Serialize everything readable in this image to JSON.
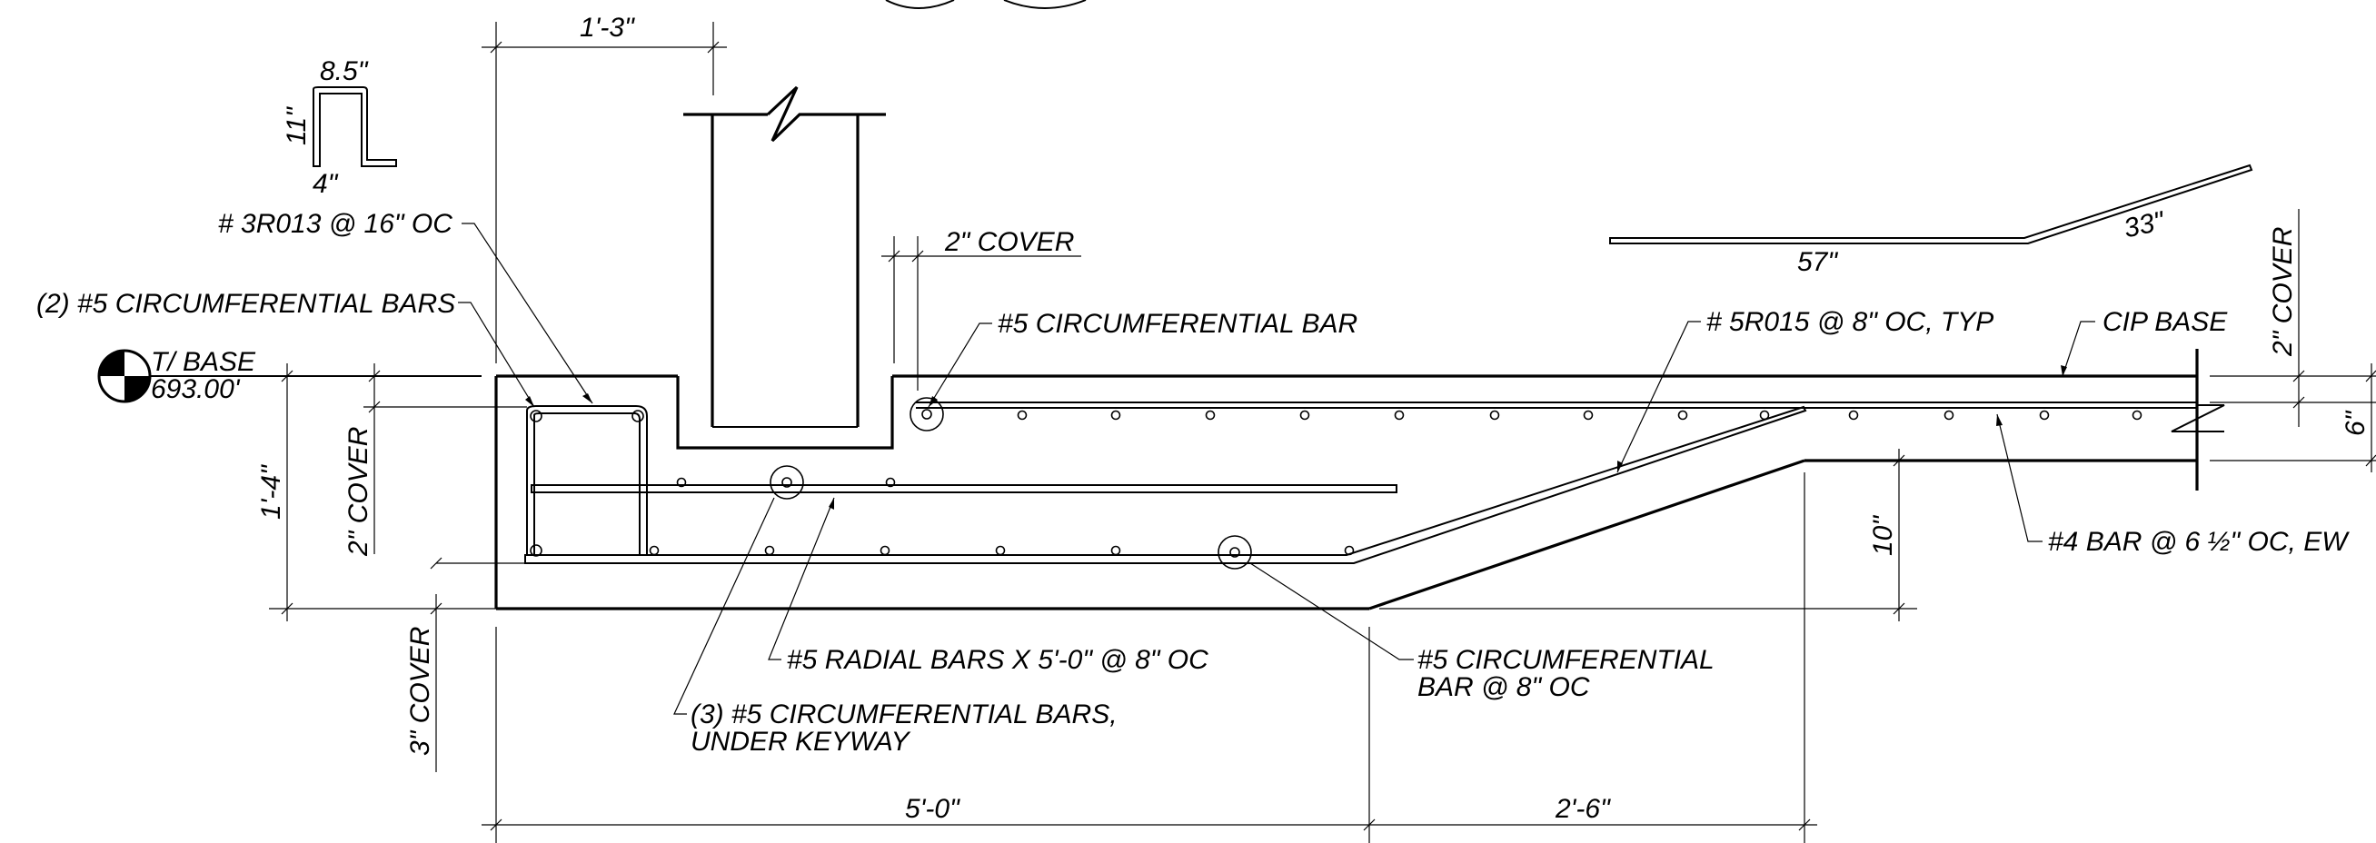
{
  "labels": {
    "dim_top_1_3": "1'-3\"",
    "stirrup_width": "8.5\"",
    "stirrup_height": "11\"",
    "stirrup_leg": "4\"",
    "callout_3r013": "# 3R013 @ 16\" OC",
    "callout_2_circ": "(2) #5 CIRCUMFERENTIAL BARS",
    "tbase_label": "T/ BASE",
    "tbase_elev": "693.00'",
    "cover_2_top": "2\" COVER",
    "callout_circ_bar": "#5 CIRCUMFERENTIAL BAR",
    "bent_57": "57\"",
    "bent_33": "33\"",
    "callout_5r015": "# 5R015 @ 8\" OC, TYP",
    "cip_base": "CIP BASE",
    "cover_2_right": "2\" COVER",
    "dim_6": "6\"",
    "dim_1_4": "1'-4\"",
    "cover_2_left": "2\" COVER",
    "dim_10": "10\"",
    "callout_4bar": "#4 BAR @ 6 ½\" OC, EW",
    "cover_3": "3\" COVER",
    "callout_radial": "#5 RADIAL BARS X 5'-0\" @ 8\" OC",
    "callout_circ_8_l1": "#5 CIRCUMFERENTIAL",
    "callout_circ_8_l2": "BAR @ 8\" OC",
    "callout_under_l1": "(3) #5 CIRCUMFERENTIAL BARS,",
    "callout_under_l2": "UNDER KEYWAY",
    "dim_5_0": "5'-0\"",
    "dim_2_6": "2'-6\""
  }
}
